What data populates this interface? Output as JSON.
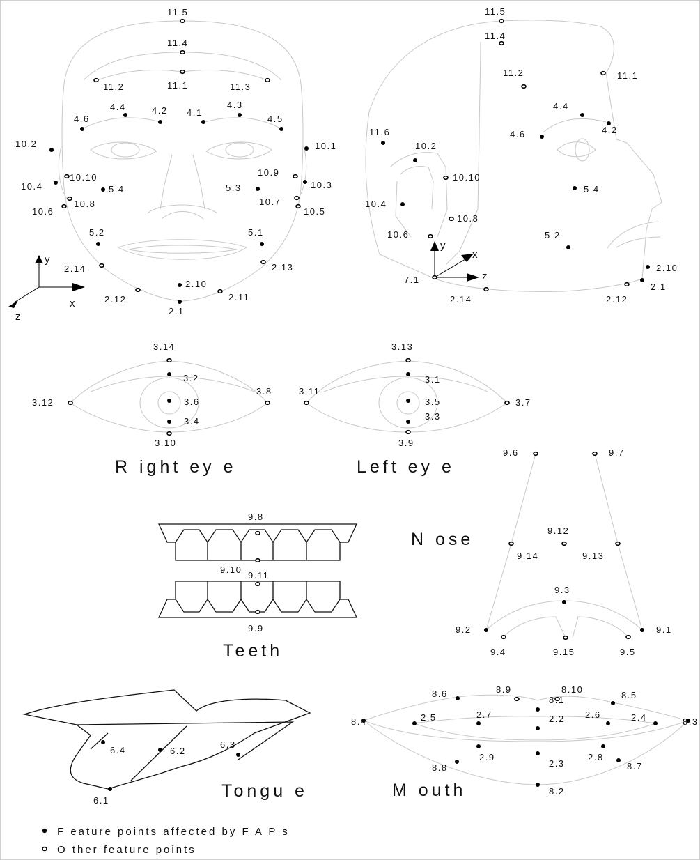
{
  "sections": {
    "right_eye": "R ight ey e",
    "left_eye": "Left ey e",
    "nose": "N ose",
    "teeth": "Teeth",
    "tongue": "Tongu e",
    "mouth": "M outh"
  },
  "axes": {
    "front": [
      "y",
      "x",
      "z"
    ],
    "side": [
      "y",
      "x",
      "z"
    ]
  },
  "legend": {
    "filled": "F eature points affected by F A P s",
    "hollow": "O ther feature points"
  },
  "points": {
    "front_face": [
      {
        "label": "11.5",
        "kind": "hollow"
      },
      {
        "label": "11.4",
        "kind": "hollow"
      },
      {
        "label": "11.1",
        "kind": "hollow"
      },
      {
        "label": "11.2",
        "kind": "hollow"
      },
      {
        "label": "11.3",
        "kind": "hollow"
      },
      {
        "label": "4.4",
        "kind": "filled"
      },
      {
        "label": "4.2",
        "kind": "filled"
      },
      {
        "label": "4.1",
        "kind": "filled"
      },
      {
        "label": "4.3",
        "kind": "filled"
      },
      {
        "label": "4.6",
        "kind": "filled"
      },
      {
        "label": "4.5",
        "kind": "filled"
      },
      {
        "label": "10.2",
        "kind": "filled"
      },
      {
        "label": "10.1",
        "kind": "filled"
      },
      {
        "label": "10.10",
        "kind": "hollow"
      },
      {
        "label": "10.9",
        "kind": "hollow"
      },
      {
        "label": "10.4",
        "kind": "filled"
      },
      {
        "label": "10.3",
        "kind": "filled"
      },
      {
        "label": "5.4",
        "kind": "filled"
      },
      {
        "label": "5.3",
        "kind": "filled"
      },
      {
        "label": "10.8",
        "kind": "hollow"
      },
      {
        "label": "10.7",
        "kind": "hollow"
      },
      {
        "label": "10.6",
        "kind": "hollow"
      },
      {
        "label": "10.5",
        "kind": "hollow"
      },
      {
        "label": "5.2",
        "kind": "filled"
      },
      {
        "label": "5.1",
        "kind": "filled"
      },
      {
        "label": "2.14",
        "kind": "hollow"
      },
      {
        "label": "2.13",
        "kind": "hollow"
      },
      {
        "label": "2.10",
        "kind": "filled"
      },
      {
        "label": "2.12",
        "kind": "hollow"
      },
      {
        "label": "2.11",
        "kind": "hollow"
      },
      {
        "label": "2.1",
        "kind": "filled"
      }
    ],
    "side_face": [
      {
        "label": "11.5",
        "kind": "hollow"
      },
      {
        "label": "11.4",
        "kind": "hollow"
      },
      {
        "label": "11.2",
        "kind": "hollow"
      },
      {
        "label": "11.1",
        "kind": "hollow"
      },
      {
        "label": "4.4",
        "kind": "filled"
      },
      {
        "label": "4.6",
        "kind": "filled"
      },
      {
        "label": "4.2",
        "kind": "filled"
      },
      {
        "label": "11.6",
        "kind": "filled"
      },
      {
        "label": "10.2",
        "kind": "filled"
      },
      {
        "label": "10.10",
        "kind": "hollow"
      },
      {
        "label": "5.4",
        "kind": "filled"
      },
      {
        "label": "10.4",
        "kind": "filled"
      },
      {
        "label": "10.8",
        "kind": "hollow"
      },
      {
        "label": "10.6",
        "kind": "hollow"
      },
      {
        "label": "5.2",
        "kind": "filled"
      },
      {
        "label": "7.1",
        "kind": "hollow"
      },
      {
        "label": "2.10",
        "kind": "filled"
      },
      {
        "label": "2.1",
        "kind": "filled"
      },
      {
        "label": "2.14",
        "kind": "hollow"
      },
      {
        "label": "2.12",
        "kind": "hollow"
      }
    ],
    "right_eye": [
      {
        "label": "3.14",
        "kind": "hollow"
      },
      {
        "label": "3.2",
        "kind": "filled"
      },
      {
        "label": "3.12",
        "kind": "hollow"
      },
      {
        "label": "3.6",
        "kind": "filled"
      },
      {
        "label": "3.8",
        "kind": "hollow"
      },
      {
        "label": "3.4",
        "kind": "filled"
      },
      {
        "label": "3.10",
        "kind": "hollow"
      }
    ],
    "left_eye": [
      {
        "label": "3.13",
        "kind": "hollow"
      },
      {
        "label": "3.1",
        "kind": "filled"
      },
      {
        "label": "3.11",
        "kind": "hollow"
      },
      {
        "label": "3.5",
        "kind": "filled"
      },
      {
        "label": "3.7",
        "kind": "hollow"
      },
      {
        "label": "3.3",
        "kind": "filled"
      },
      {
        "label": "3.9",
        "kind": "hollow"
      }
    ],
    "nose": [
      {
        "label": "9.6",
        "kind": "hollow"
      },
      {
        "label": "9.7",
        "kind": "hollow"
      },
      {
        "label": "9.12",
        "kind": "hollow"
      },
      {
        "label": "9.14",
        "kind": "hollow"
      },
      {
        "label": "9.13",
        "kind": "hollow"
      },
      {
        "label": "9.3",
        "kind": "filled"
      },
      {
        "label": "9.2",
        "kind": "filled"
      },
      {
        "label": "9.1",
        "kind": "filled"
      },
      {
        "label": "9.4",
        "kind": "hollow"
      },
      {
        "label": "9.15",
        "kind": "hollow"
      },
      {
        "label": "9.5",
        "kind": "hollow"
      }
    ],
    "teeth": [
      {
        "label": "9.8",
        "kind": "hollow"
      },
      {
        "label": "9.10",
        "kind": "hollow"
      },
      {
        "label": "9.11",
        "kind": "hollow"
      },
      {
        "label": "9.9",
        "kind": "hollow"
      }
    ],
    "tongue": [
      {
        "label": "6.4",
        "kind": "filled"
      },
      {
        "label": "6.2",
        "kind": "filled"
      },
      {
        "label": "6.3",
        "kind": "filled"
      },
      {
        "label": "6.1",
        "kind": "filled"
      }
    ],
    "mouth": [
      {
        "label": "8.9",
        "kind": "hollow"
      },
      {
        "label": "8.10",
        "kind": "hollow"
      },
      {
        "label": "8.6",
        "kind": "filled"
      },
      {
        "label": "8.1",
        "kind": "filled"
      },
      {
        "label": "8.5",
        "kind": "filled"
      },
      {
        "label": "8.4",
        "kind": "filled"
      },
      {
        "label": "8.3",
        "kind": "filled"
      },
      {
        "label": "2.5",
        "kind": "filled"
      },
      {
        "label": "2.7",
        "kind": "filled"
      },
      {
        "label": "2.2",
        "kind": "filled"
      },
      {
        "label": "2.6",
        "kind": "filled"
      },
      {
        "label": "2.4",
        "kind": "filled"
      },
      {
        "label": "2.9",
        "kind": "filled"
      },
      {
        "label": "2.3",
        "kind": "filled"
      },
      {
        "label": "2.8",
        "kind": "filled"
      },
      {
        "label": "8.8",
        "kind": "filled"
      },
      {
        "label": "8.7",
        "kind": "filled"
      },
      {
        "label": "8.2",
        "kind": "filled"
      }
    ]
  }
}
